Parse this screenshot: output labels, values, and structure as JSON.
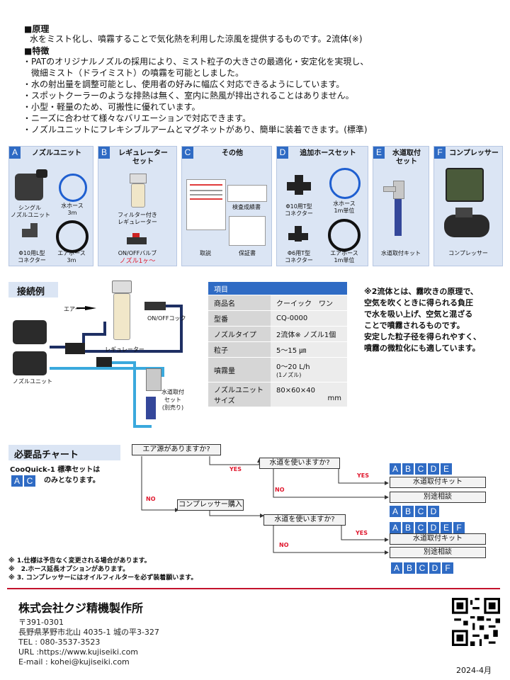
{
  "principle": {
    "heading": "■原理",
    "text": "水をミスト化し、噴霧することで気化熱を利用した涼風を提供するものです。2流体(※)"
  },
  "features": {
    "heading": "■特徴",
    "items": [
      "・PATのオリジナルノズルの採用により、ミスト粒子の大きさの最適化・安定化を実現し、",
      "　微細ミスト（ドライミスト）の噴霧を可能としました。",
      "・水の射出量を調整可能とし、使用者の好みに幅広く対応できるようにしています。",
      "・スポットクーラーのような排熱は無く、室内に熱風が排出されることはありません。",
      "・小型・軽量のため、可搬性に優れています。",
      "・ニーズに合わせて様々なバリエーションで対応できます。",
      "・ノズルユニットにフレキシブルアームとマグネットがあり、簡単に装着できます。(標準)"
    ]
  },
  "panels": {
    "A": {
      "letter": "A",
      "title": "ノズルユニット",
      "l1": "シングル",
      "l2": "ノズルユニット",
      "l3": "水ホース",
      "l4": "3m",
      "l5": "Φ10用L型",
      "l6": "コネクター",
      "l7": "エアホース",
      "l8": "3m"
    },
    "B": {
      "letter": "B",
      "title1": "レギュレーター",
      "title2": "セット",
      "l1": "フィルター付き",
      "l2": "レギュレーター",
      "l3": "ON/OFFバルブ",
      "l4": "ノズル1ヶ～"
    },
    "C": {
      "letter": "C",
      "title": "その他",
      "l1": "検査成績書",
      "l2": "取説",
      "l3": "保証書"
    },
    "D": {
      "letter": "D",
      "title": "追加ホースセット",
      "l1": "Φ10用T型",
      "l2": "コネクター",
      "l3": "水ホース",
      "l4": "1m単位",
      "l5": "Φ6用T型",
      "l6": "コネクター",
      "l7": "エアホース",
      "l8": "1m単位"
    },
    "E": {
      "letter": "E",
      "title1": "水道取付",
      "title2": "セット",
      "l1": "水道取付キット"
    },
    "F": {
      "letter": "F",
      "title": "コンプレッサー",
      "l1": "コンプレッサー"
    }
  },
  "connection": {
    "heading": "接続例",
    "air": "エアー",
    "valve": "ON/OFFコック",
    "regulator": "レギュレーター",
    "nozzle": "ノズルユニット",
    "tap1": "水道取付",
    "tap2": "セット",
    "tap3": "(別売り)"
  },
  "spec": {
    "header": "項目",
    "rows": [
      {
        "k": "商品名",
        "v": "クーイック　ワン"
      },
      {
        "k": "型番",
        "v": "CQ-0000"
      },
      {
        "k": "ノズルタイプ",
        "v": "2流体※ ノズル1個"
      },
      {
        "k": "粒子",
        "v": "5～15 ㎛"
      },
      {
        "k": "噴霧量",
        "v": "0～20 L/h",
        "v2": "(1ノズル)"
      },
      {
        "k": "ノズルユニット",
        "k2": "サイズ",
        "v": "80×60×40",
        "v2": "mm"
      }
    ]
  },
  "two_fluid_note": [
    "※2流体とは、霧吹きの原理で、",
    "空気を吹くときに得られる負圧",
    "で水を吸い上げ、空気と混ざる",
    "ことで噴霧されるものです。",
    "安定した粒子径を得られやすく、",
    "噴霧の微粒化にも適しています。"
  ],
  "chart": {
    "heading": "必要品チャート",
    "std1": "CooQuick-1 標準セットは",
    "std_badges": [
      "A",
      "C"
    ],
    "std2": "のみとなります。",
    "q_air": "エア源がありますか?",
    "q_water1": "水道を使いますか?",
    "q_water2": "水道を使いますか?",
    "buy": "コンプレッサー購入",
    "tap_kit1": "水道取付キット",
    "consult1": "別途相談",
    "tap_kit2": "水道取付キット",
    "consult2": "別途相談",
    "yes": "YES",
    "no": "NO",
    "b1": [
      "A",
      "B",
      "C",
      "D",
      "E"
    ],
    "b2": [
      "A",
      "B",
      "C",
      "D"
    ],
    "b3": [
      "A",
      "B",
      "C",
      "D",
      "E",
      "F"
    ],
    "b4": [
      "A",
      "B",
      "C",
      "D",
      "F"
    ]
  },
  "notes": [
    "※ 1.仕様は予告なく変更される場合があります。",
    "※　2.ホース延長オプションがあります。",
    "※ 3. コンプレッサーにはオイルフィルターを必ず装着願います。"
  ],
  "company": {
    "name": "株式会社クジ精機製作所",
    "postal": "〒391-0301",
    "address": "長野県茅野市北山 4035-1 城の平3-327",
    "tel": "TEL : 080-3537-3523",
    "url": "URL :https://www.kujiseiki.com",
    "email": "E-mail : kohei@kujiseiki.com",
    "date": "2024-4月"
  },
  "colors": {
    "accent": "#2f6bc4",
    "panel": "#dbe5f4",
    "air_line": "#1e2f63",
    "water_line": "#3aa9dd",
    "red": "#e0182e",
    "rule": "#c3122c"
  }
}
